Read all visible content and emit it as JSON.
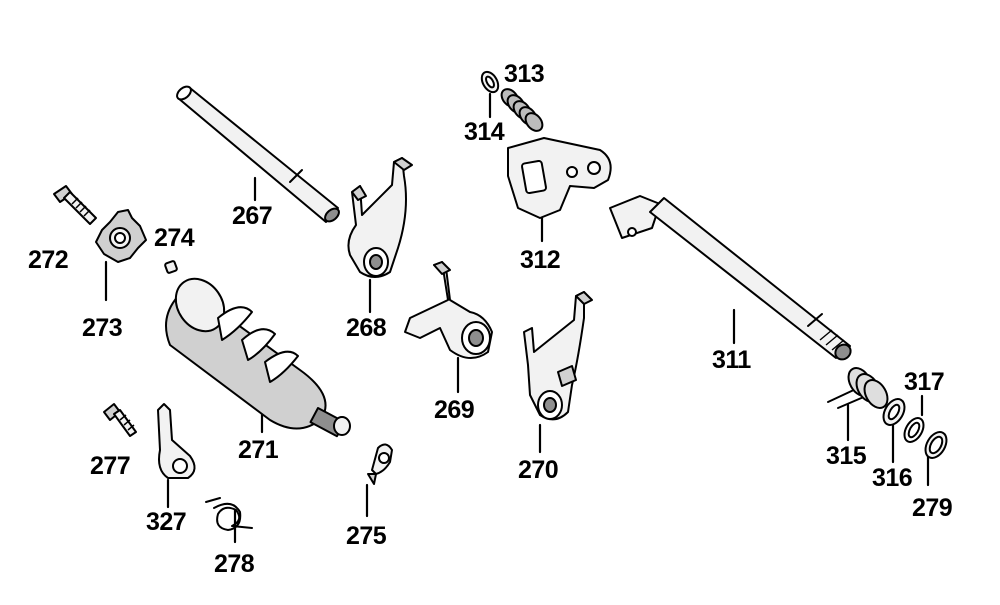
{
  "labels": {
    "p267": "267",
    "p268": "268",
    "p269": "269",
    "p270": "270",
    "p271": "271",
    "p272": "272",
    "p273": "273",
    "p274": "274",
    "p275": "275",
    "p277": "277",
    "p278": "278",
    "p279": "279",
    "p311": "311",
    "p312": "312",
    "p313": "313",
    "p314": "314",
    "p315": "315",
    "p316": "316",
    "p317": "317",
    "p327": "327"
  },
  "colors": {
    "ink": "#000000",
    "background": "#ffffff",
    "part_light": "#f2f2f2",
    "part_mid": "#d0d0d0",
    "part_dark": "#8e8e8e"
  }
}
